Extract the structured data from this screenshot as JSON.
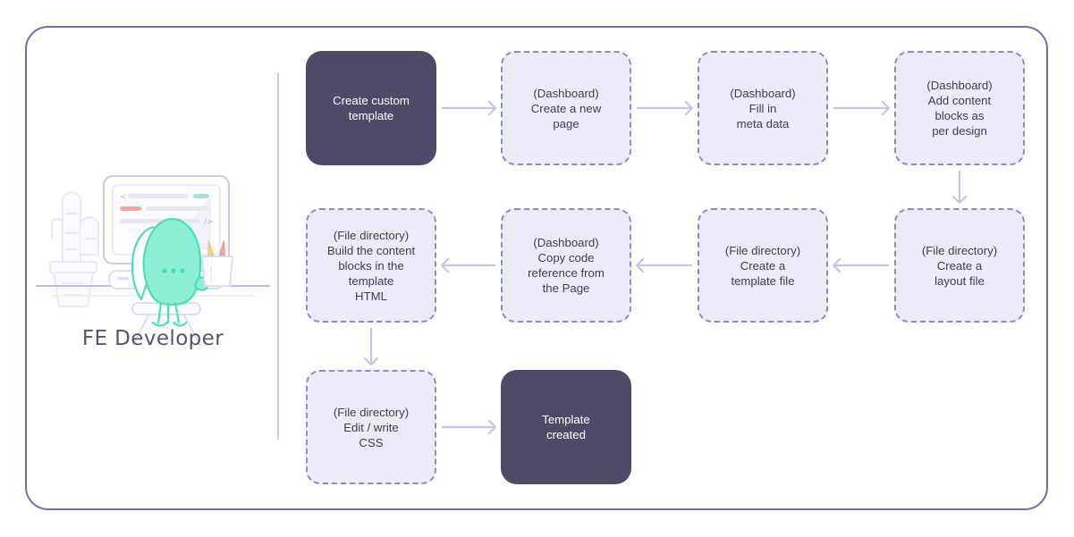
{
  "diagram": {
    "title": "FE Developer template creation flow",
    "persona": {
      "label": "FE Developer",
      "illustration_name": "developer-at-desk-illustration"
    },
    "colors": {
      "frame_border": "#716fa0",
      "divider": "#c9c9e8",
      "node_solid_fill": "#4e4b68",
      "node_solid_text": "#ffffff",
      "node_dashed_fill": "#ecebf8",
      "node_dashed_border": "#8e8bc0",
      "node_dashed_text": "#3f3d56",
      "arrow": "#c5c4e4",
      "mascot": "#6ee0c4",
      "accent_pink": "#f98a8a",
      "accent_yellow": "#f5cf6a"
    },
    "nodes": [
      {
        "id": "n1",
        "label": "Create custom\ntemplate",
        "style": "solid",
        "row": 1,
        "col": 1
      },
      {
        "id": "n2",
        "label": "(Dashboard)\nCreate a new\npage",
        "style": "dashed",
        "row": 1,
        "col": 2
      },
      {
        "id": "n3",
        "label": "(Dashboard)\nFill in\nmeta data",
        "style": "dashed",
        "row": 1,
        "col": 3
      },
      {
        "id": "n4",
        "label": "(Dashboard)\nAdd content\nblocks as\nper design",
        "style": "dashed",
        "row": 1,
        "col": 4
      },
      {
        "id": "n5",
        "label": "(File directory)\nCreate a\nlayout file",
        "style": "dashed",
        "row": 2,
        "col": 4
      },
      {
        "id": "n6",
        "label": "(File directory)\nCreate a\ntemplate file",
        "style": "dashed",
        "row": 2,
        "col": 3
      },
      {
        "id": "n7",
        "label": "(Dashboard)\nCopy code\nreference from\nthe Page",
        "style": "dashed",
        "row": 2,
        "col": 2
      },
      {
        "id": "n8",
        "label": "(File directory)\nBuild the content\nblocks in the\ntemplate\nHTML",
        "style": "dashed",
        "row": 2,
        "col": 1
      },
      {
        "id": "n9",
        "label": "(File directory)\nEdit / write\nCSS",
        "style": "dashed",
        "row": 3,
        "col": 1
      },
      {
        "id": "n10",
        "label": "Template\ncreated",
        "style": "solid",
        "row": 3,
        "col": 2
      }
    ],
    "edges": [
      {
        "from": "n1",
        "to": "n2",
        "direction": "right"
      },
      {
        "from": "n2",
        "to": "n3",
        "direction": "right"
      },
      {
        "from": "n3",
        "to": "n4",
        "direction": "right"
      },
      {
        "from": "n4",
        "to": "n5",
        "direction": "down"
      },
      {
        "from": "n5",
        "to": "n6",
        "direction": "left"
      },
      {
        "from": "n6",
        "to": "n7",
        "direction": "left"
      },
      {
        "from": "n7",
        "to": "n8",
        "direction": "left"
      },
      {
        "from": "n8",
        "to": "n9",
        "direction": "down"
      },
      {
        "from": "n9",
        "to": "n10",
        "direction": "right"
      }
    ]
  }
}
